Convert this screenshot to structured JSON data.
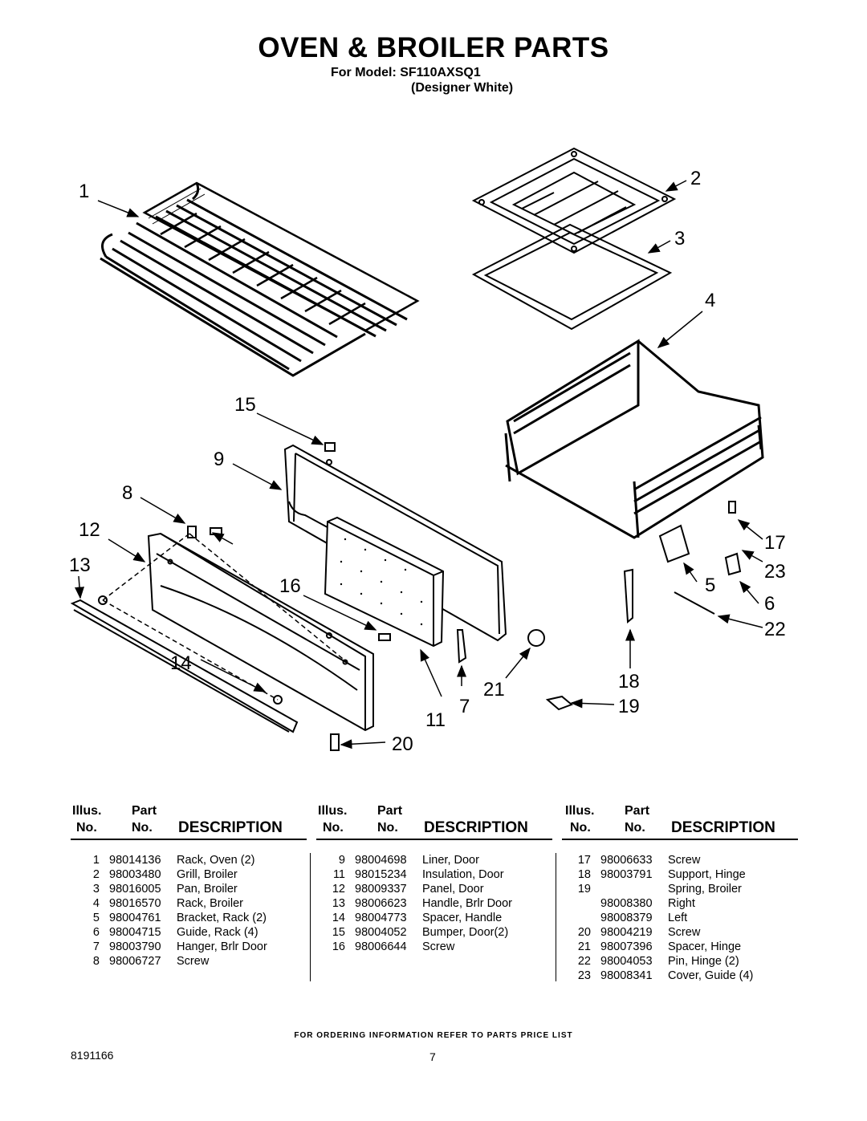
{
  "header": {
    "title": "OVEN & BROILER PARTS",
    "model_line": "For Model: SF110AXSQ1",
    "variant_line": "(Designer White)"
  },
  "diagram": {
    "callouts": [
      "1",
      "2",
      "3",
      "4",
      "15",
      "9",
      "8",
      "12",
      "13",
      "16",
      "17",
      "23",
      "5",
      "6",
      "22",
      "14",
      "18",
      "21",
      "7",
      "19",
      "11",
      "20"
    ]
  },
  "table": {
    "headers": {
      "illus": "Illus.",
      "part": "Part",
      "no": "No.",
      "description": "DESCRIPTION"
    },
    "columns": [
      [
        {
          "no": "1",
          "part": "98014136",
          "desc": "Rack, Oven (2)"
        },
        {
          "no": "2",
          "part": "98003480",
          "desc": "Grill, Broiler"
        },
        {
          "no": "3",
          "part": "98016005",
          "desc": "Pan, Broiler"
        },
        {
          "no": "4",
          "part": "98016570",
          "desc": "Rack, Broiler"
        },
        {
          "no": "5",
          "part": "98004761",
          "desc": "Bracket, Rack (2)"
        },
        {
          "no": "6",
          "part": "98004715",
          "desc": "Guide, Rack (4)"
        },
        {
          "no": "7",
          "part": "98003790",
          "desc": "Hanger, Brlr Door"
        },
        {
          "no": "8",
          "part": "98006727",
          "desc": "Screw"
        }
      ],
      [
        {
          "no": "9",
          "part": "98004698",
          "desc": "Liner, Door"
        },
        {
          "no": "11",
          "part": "98015234",
          "desc": "Insulation, Door"
        },
        {
          "no": "12",
          "part": "98009337",
          "desc": "Panel, Door"
        },
        {
          "no": "13",
          "part": "98006623",
          "desc": "Handle, Brlr Door"
        },
        {
          "no": "14",
          "part": "98004773",
          "desc": "Spacer, Handle"
        },
        {
          "no": "15",
          "part": "98004052",
          "desc": "Bumper, Door(2)"
        },
        {
          "no": "16",
          "part": "98006644",
          "desc": "Screw"
        }
      ],
      [
        {
          "no": "17",
          "part": "98006633",
          "desc": "Screw"
        },
        {
          "no": "18",
          "part": "98003791",
          "desc": "Support, Hinge"
        },
        {
          "no": "19",
          "part": "",
          "desc": "Spring, Broiler"
        },
        {
          "no": "",
          "part": "98008380",
          "desc": "Right"
        },
        {
          "no": "",
          "part": "98008379",
          "desc": "Left"
        },
        {
          "no": "20",
          "part": "98004219",
          "desc": "Screw"
        },
        {
          "no": "21",
          "part": "98007396",
          "desc": "Spacer, Hinge"
        },
        {
          "no": "22",
          "part": "98004053",
          "desc": "Pin, Hinge (2)"
        },
        {
          "no": "23",
          "part": "98008341",
          "desc": "Cover, Guide (4)"
        }
      ]
    ]
  },
  "footer": {
    "ordering_note": "FOR ORDERING INFORMATION REFER TO PARTS PRICE LIST",
    "doc_number": "8191166",
    "page_number": "7"
  }
}
